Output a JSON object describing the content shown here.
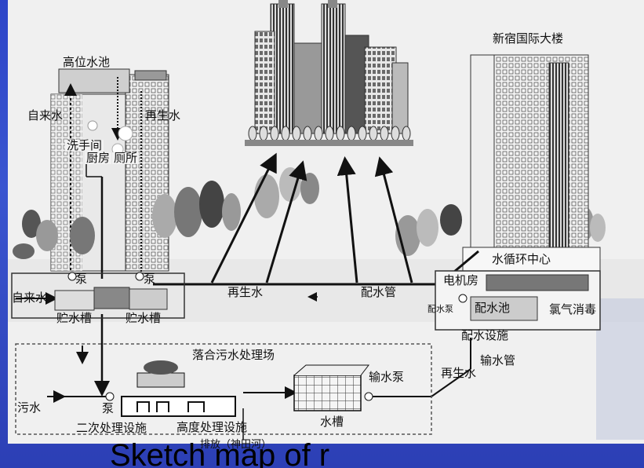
{
  "labels": {
    "high_tank": "高位水池",
    "tap_water_top": "自来水",
    "recycled_water_top": "再生水",
    "washroom": "洗手间",
    "kitchen": "厨房",
    "toilet": "厕所",
    "tap_water_left": "自来水",
    "pump_left": "泵",
    "pump_mid": "泵",
    "storage_tank_left": "贮水槽",
    "storage_tank_right": "贮水槽",
    "recycled_water_pipe": "再生水",
    "distribution_pipe": "配水管",
    "shinjuku_tower": "新宿国际大楼",
    "water_cycle_center": "水循环中心",
    "motor_room": "电机房",
    "distribution_pump": "配水泵",
    "distribution_tank": "配水池",
    "chlorine": "氯气消毒",
    "distribution_facility": "配水设施",
    "transfer_pipe": "输水管",
    "recycled_water_right": "再生水",
    "plant_title": "落合污水处理场",
    "sewage": "污水",
    "pump_bottom": "泵",
    "secondary_treatment": "二次处理设施",
    "advanced_treatment": "高度处理设施",
    "transfer_pump": "输水泵",
    "water_tank": "水槽",
    "discharge": "排放（神田河）"
  },
  "caption": "Sketch map of r",
  "colors": {
    "background": "#2d45c8",
    "diagram_bg": "#f0f0f0",
    "ink": "#111111"
  },
  "icons": [
    "arrow-icon",
    "pump-icon",
    "tree-icon",
    "building-icon"
  ]
}
